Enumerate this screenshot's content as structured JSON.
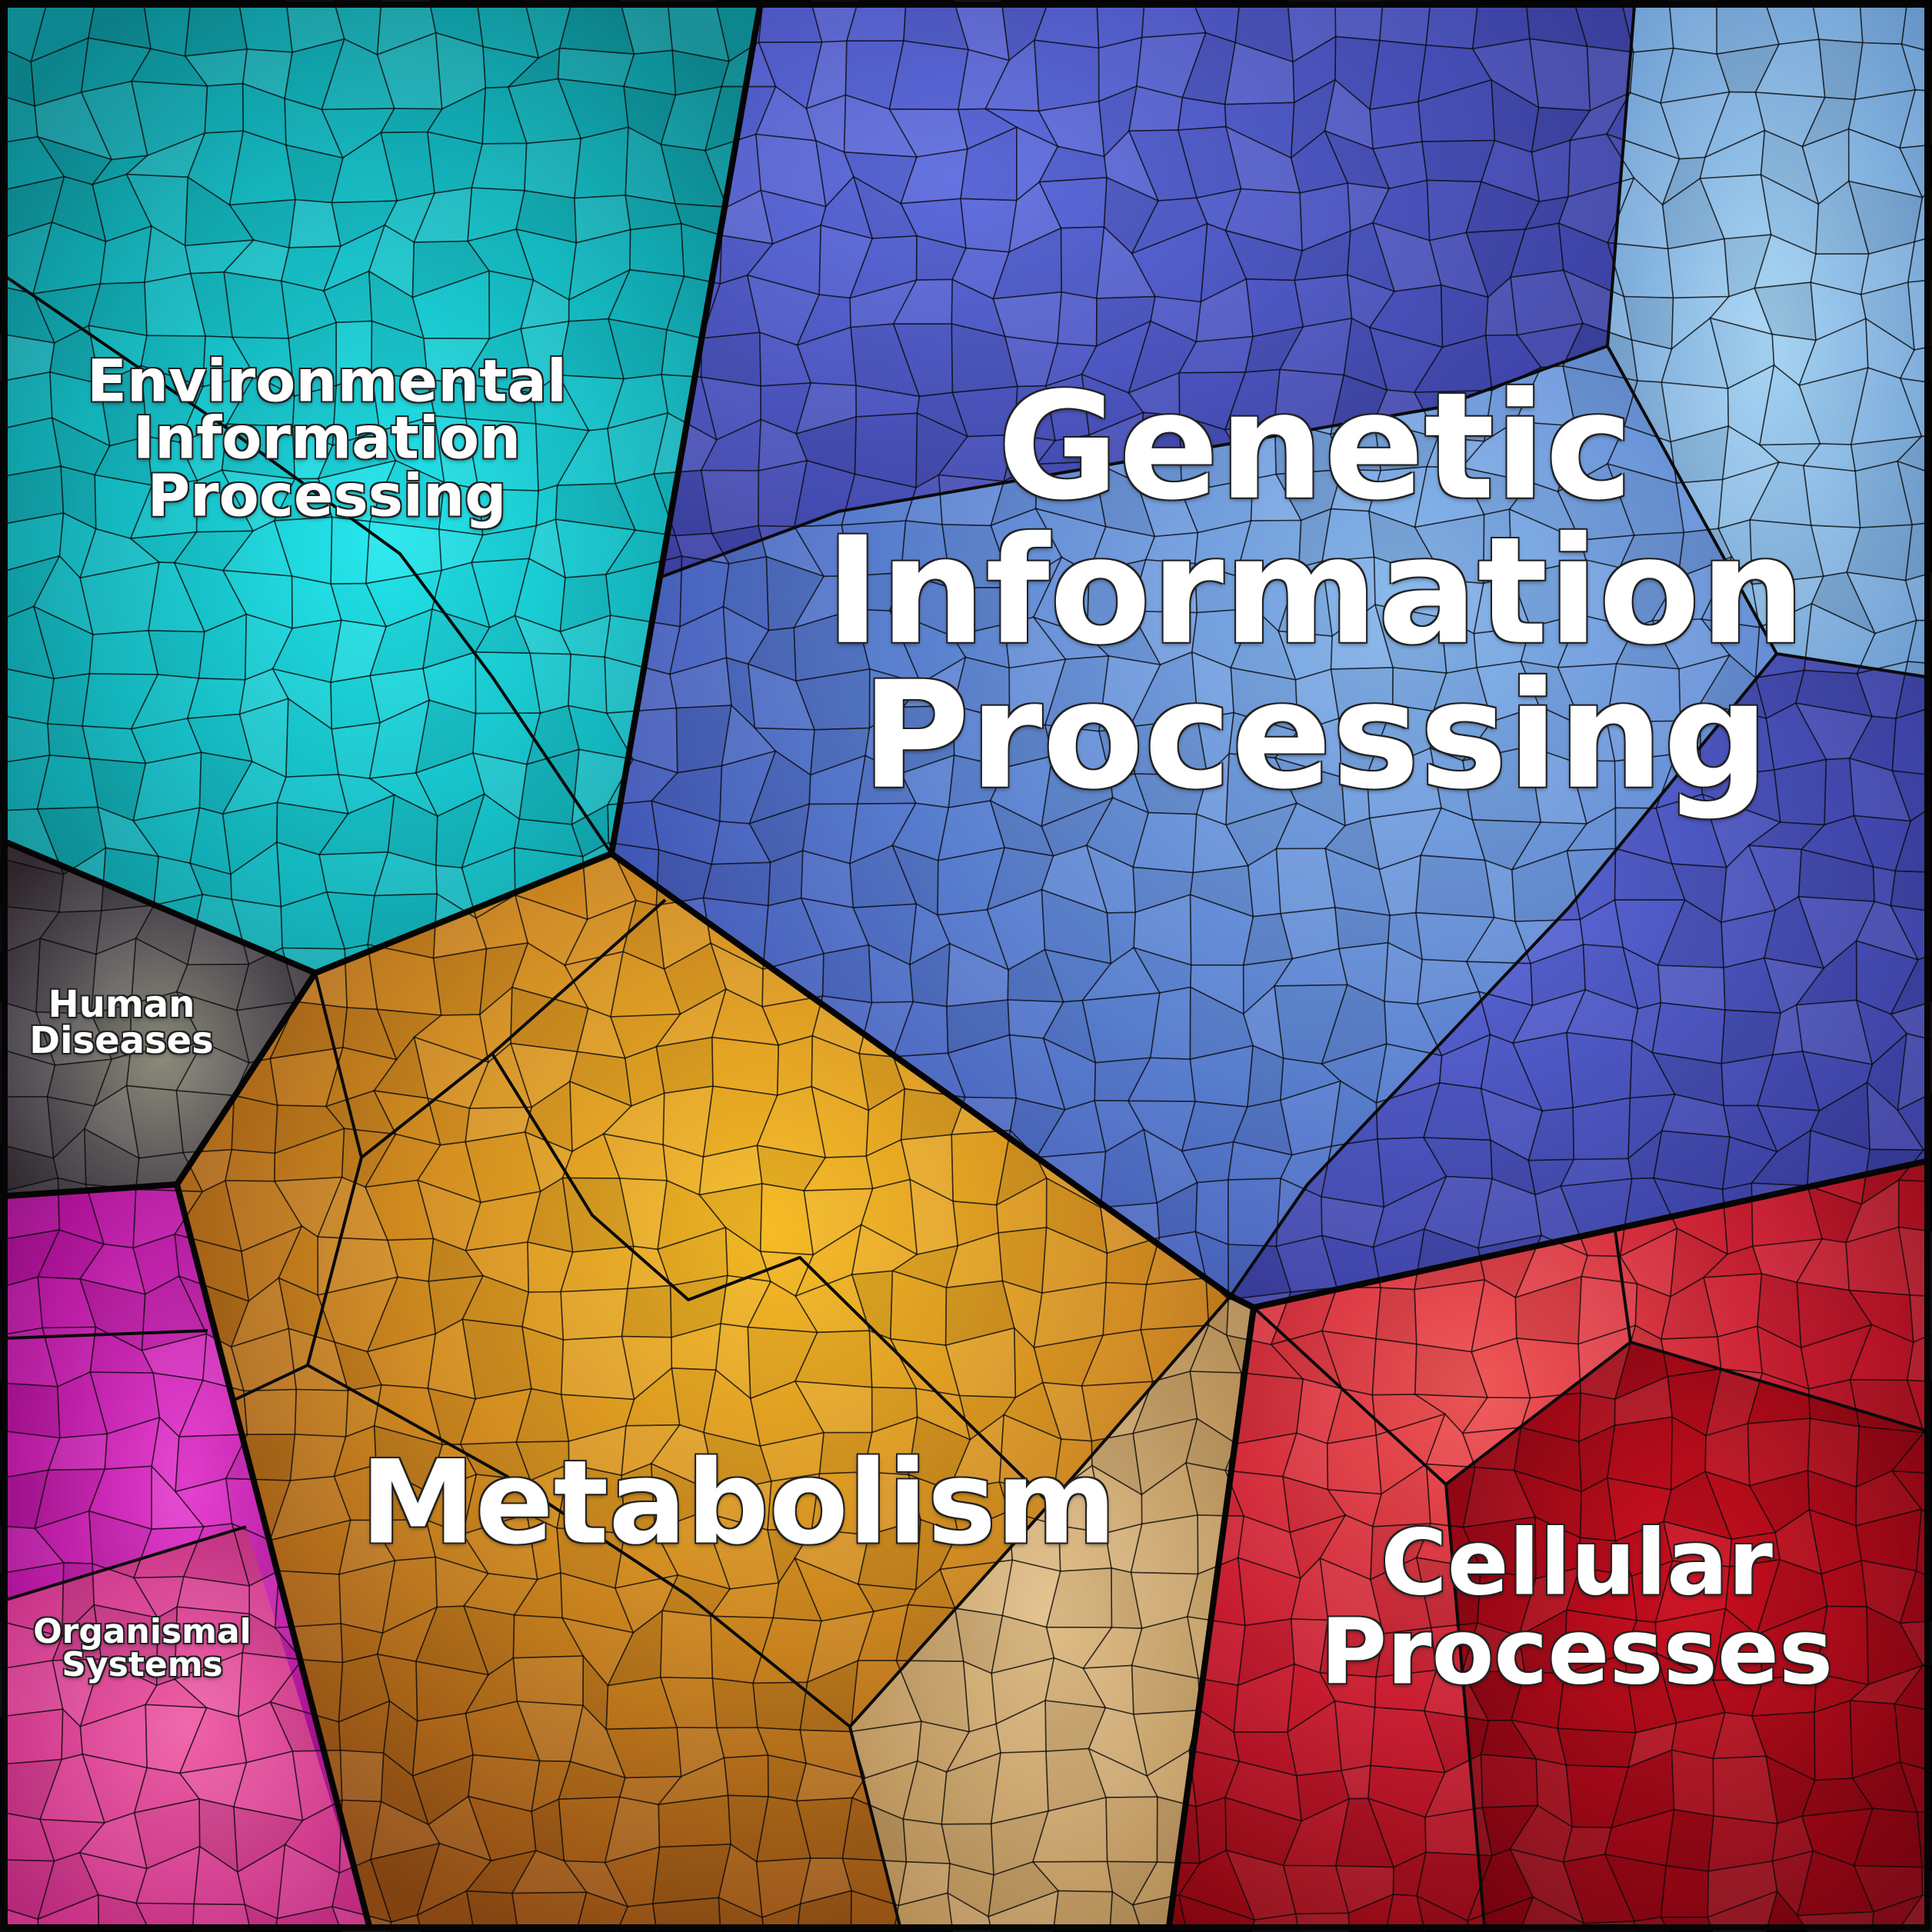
{
  "regions": [
    {
      "id": "environmental",
      "lines": [
        "Environmental",
        "Information",
        "Processing"
      ],
      "color": "#14b4c0",
      "highlight": "#22f0f4"
    },
    {
      "id": "genetic",
      "lines": [
        "Genetic",
        "Information",
        "Processing"
      ],
      "color": "#5a7ed0",
      "highlight": "#8ec4ee"
    },
    {
      "id": "human-diseases",
      "lines": [
        "Human",
        "Diseases"
      ],
      "color": "#4a4448",
      "highlight": "#8a8a7a"
    },
    {
      "id": "metabolism",
      "lines": [
        "Metabolism"
      ],
      "color": "#c07a20",
      "highlight": "#f4b828"
    },
    {
      "id": "organismal",
      "lines": [
        "Organismal",
        "Systems"
      ],
      "color": "#b01a90",
      "highlight": "#e840c8"
    },
    {
      "id": "cellular",
      "lines": [
        "Cellular",
        "Processes"
      ],
      "color": "#c01828",
      "highlight": "#f05050"
    }
  ]
}
